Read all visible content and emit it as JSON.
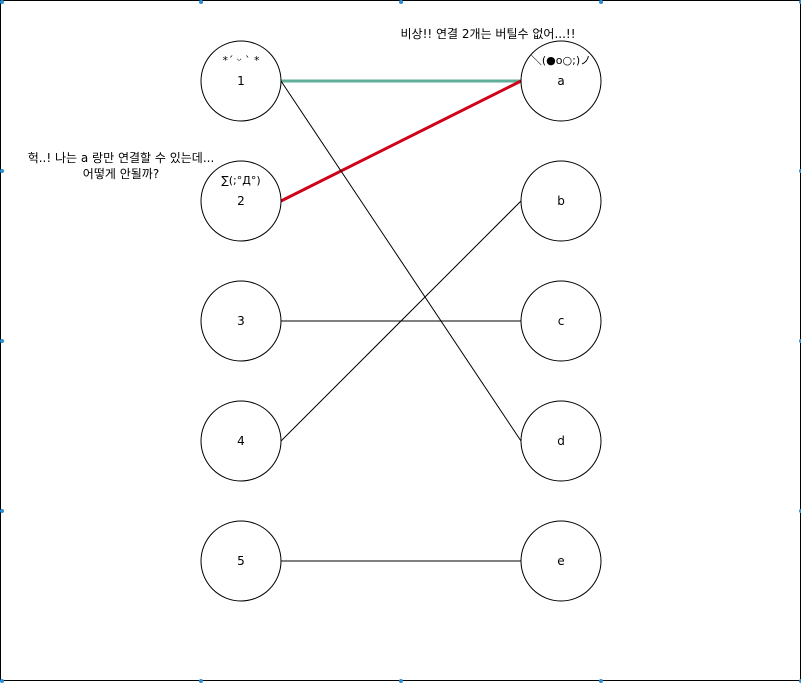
{
  "nodes_left": [
    {
      "id": "1",
      "label": "1",
      "face": "*´ ᵕ ` *"
    },
    {
      "id": "2",
      "label": "2",
      "face": "∑(;°Д°)"
    },
    {
      "id": "3",
      "label": "3",
      "face": ""
    },
    {
      "id": "4",
      "label": "4",
      "face": ""
    },
    {
      "id": "5",
      "label": "5",
      "face": ""
    }
  ],
  "nodes_right": [
    {
      "id": "a",
      "label": "a",
      "face": "＼(●o○;)ノ"
    },
    {
      "id": "b",
      "label": "b",
      "face": ""
    },
    {
      "id": "c",
      "label": "c",
      "face": ""
    },
    {
      "id": "d",
      "label": "d",
      "face": ""
    },
    {
      "id": "e",
      "label": "e",
      "face": ""
    }
  ],
  "edges": [
    {
      "from": "1",
      "to": "a",
      "color": "#5fae9a",
      "emphasis": "thick"
    },
    {
      "from": "2",
      "to": "a",
      "color": "#d0021b",
      "emphasis": "thick"
    },
    {
      "from": "1",
      "to": "d",
      "color": "#000000",
      "emphasis": "thin"
    },
    {
      "from": "3",
      "to": "c",
      "color": "#000000",
      "emphasis": "thin"
    },
    {
      "from": "4",
      "to": "b",
      "color": "#000000",
      "emphasis": "thin"
    },
    {
      "from": "5",
      "to": "e",
      "color": "#000000",
      "emphasis": "thin"
    }
  ],
  "notes": {
    "right_top": "비상!! 연결 2개는 버틸수 없어...!!",
    "left_line1": "헉..! 나는 a 랑만 연결할 수 있는데...",
    "left_line2": "어떻게 안될까?"
  },
  "colors": {
    "selection_handle": "#2a8fd8"
  }
}
